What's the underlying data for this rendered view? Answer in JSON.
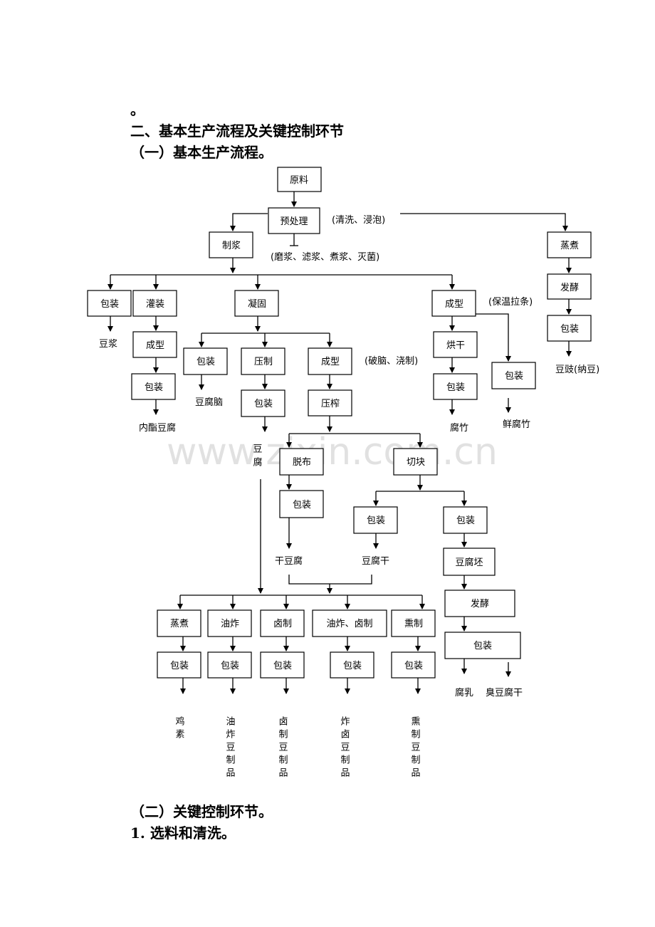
{
  "headings": {
    "period": "。",
    "section2": "二、基本生产流程及关键控制环节",
    "sub1": "（一）基本生产流程。",
    "sub2": "（二）关键控制环节。",
    "item1": "1.  选料和清洗。"
  },
  "watermark": "www.zixin.com.cn",
  "nodes": {
    "yuanliao": "原料",
    "yuchuli": "预处理",
    "zhengzhu_r": "蒸煮",
    "zhijiang": "制浆",
    "fajiao_r": "发酵",
    "baozhuang_r": "包装",
    "baozhuang_a": "包装",
    "guanzhuang": "灌装",
    "ninggu": "凝固",
    "chengxing_r": "成型",
    "chengxing_g": "成型",
    "baozhuang_b": "包装",
    "yazhi": "压制",
    "chengxing_c": "成型",
    "honggan": "烘干",
    "baozhuang_x": "包装",
    "baozhuang_d": "包装",
    "baozhuang_e": "包装",
    "yazha": "压榨",
    "baozhuang_h": "包装",
    "tuobu": "脱布",
    "qiekuai": "切块",
    "baozhuang_f": "包装",
    "baozhuang_i": "包装",
    "baozhuang_j": "包装",
    "doufupi": "豆腐坯",
    "fajiao_2": "发酵",
    "baozhuang_k": "包装",
    "zhengzhu2": "蒸煮",
    "youzha": "油炸",
    "luzhi": "卤制",
    "youzha_luzhi": "油炸、卤制",
    "xunzhi": "熏制",
    "pkg1": "包装",
    "pkg2": "包装",
    "pkg3": "包装",
    "pkg4": "包装",
    "pkg5": "包装"
  },
  "annotations": {
    "qingxi": "(清洗、浸泡)",
    "mojiang": "(磨浆、滤浆、煮浆、灭菌)",
    "baowen": "(保温拉条)",
    "ponao": "(破脑、浇制)"
  },
  "products": {
    "doujiang": "豆浆",
    "neizhi": "内酯豆腐",
    "doufunao": "豆腐脑",
    "doufu": "豆腐",
    "fuzhu": "腐竹",
    "xianfuzhu": "鲜腐竹",
    "douchi": "豆豉(纳豆)",
    "gandoufu": "干豆腐",
    "doufugan": "豆腐干",
    "furu": "腐乳",
    "choudoufu": "臭豆腐干",
    "jisu": "鸡素",
    "youzha_p": "油炸豆制品",
    "lu_p": "卤制豆制品",
    "zhalu_p": "炸卤豆制品",
    "xun_p": "熏制豆制品"
  }
}
